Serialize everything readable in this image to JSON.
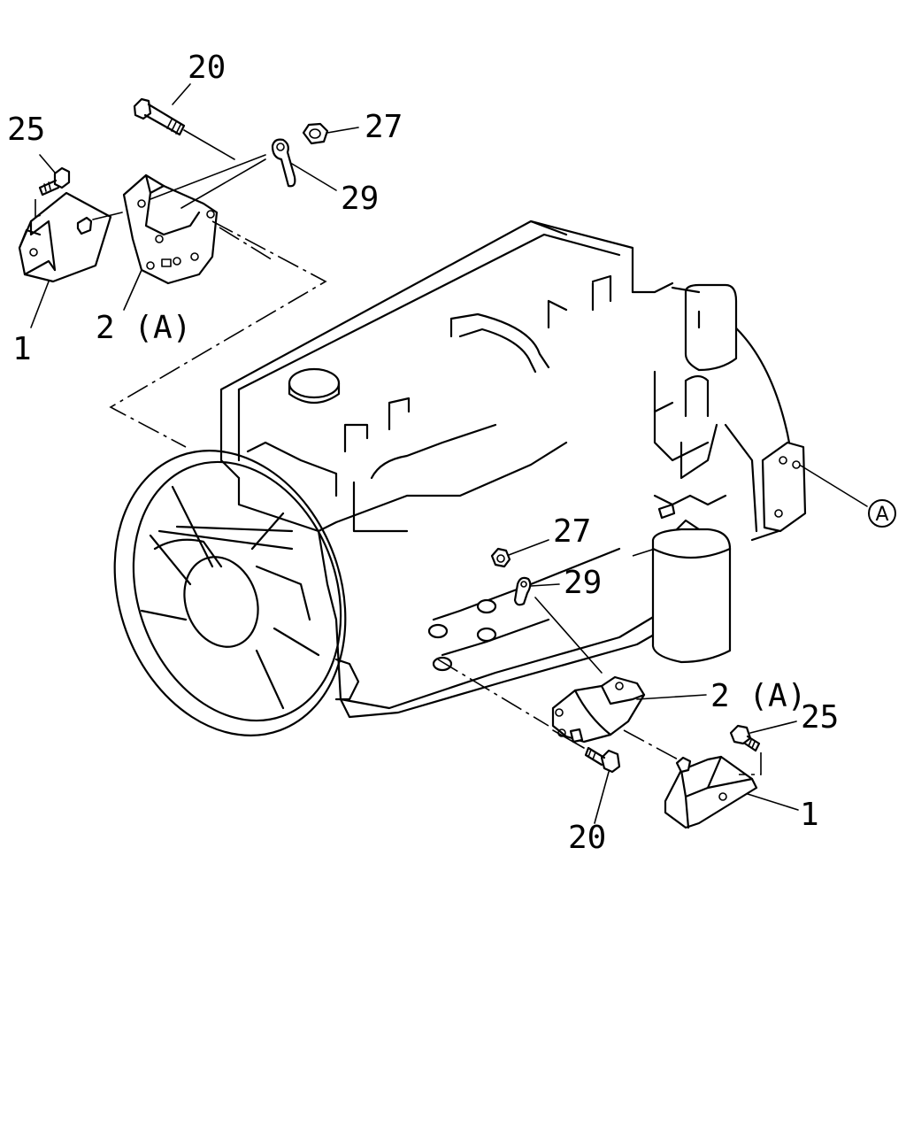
{
  "callouts": {
    "top_left": {
      "bolt_20": "20",
      "bolt_25": "25",
      "nut_27": "27",
      "clip_29": "29",
      "bracket_2a": "2 (A)",
      "mount_1": "1"
    },
    "bottom_right": {
      "nut_27": "27",
      "clip_29": "29",
      "bracket_2a": "2 (A)",
      "bolt_25": "25",
      "mount_1": "1",
      "bolt_20": "20"
    },
    "view_ref": "A"
  }
}
